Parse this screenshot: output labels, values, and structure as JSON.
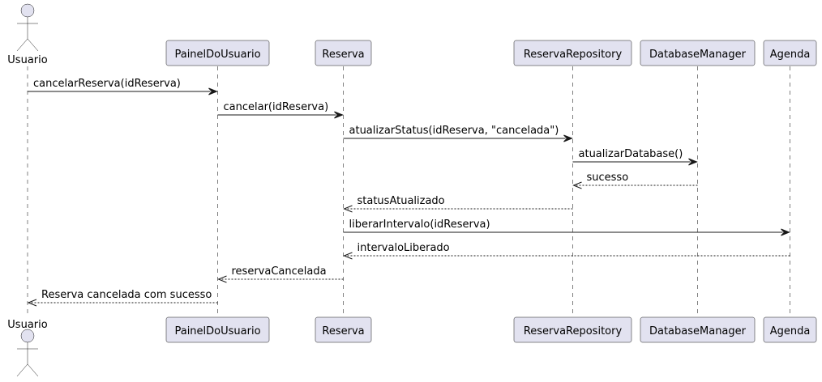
{
  "participants": [
    {
      "id": "usuario",
      "label": "Usuario",
      "kind": "actor"
    },
    {
      "id": "painel",
      "label": "PainelDoUsuario",
      "kind": "participant"
    },
    {
      "id": "reserva",
      "label": "Reserva",
      "kind": "participant"
    },
    {
      "id": "repo",
      "label": "ReservaRepository",
      "kind": "participant"
    },
    {
      "id": "db",
      "label": "DatabaseManager",
      "kind": "participant"
    },
    {
      "id": "agenda",
      "label": "Agenda",
      "kind": "participant"
    }
  ],
  "messages": [
    {
      "from": "usuario",
      "to": "painel",
      "label": "cancelarReserva(idReserva)",
      "type": "call"
    },
    {
      "from": "painel",
      "to": "reserva",
      "label": "cancelar(idReserva)",
      "type": "call"
    },
    {
      "from": "reserva",
      "to": "repo",
      "label": "atualizarStatus(idReserva, \"cancelada\")",
      "type": "call"
    },
    {
      "from": "repo",
      "to": "db",
      "label": "atualizarDatabase()",
      "type": "call"
    },
    {
      "from": "db",
      "to": "repo",
      "label": "sucesso",
      "type": "return"
    },
    {
      "from": "repo",
      "to": "reserva",
      "label": "statusAtualizado",
      "type": "return"
    },
    {
      "from": "reserva",
      "to": "agenda",
      "label": "liberarIntervalo(idReserva)",
      "type": "call"
    },
    {
      "from": "agenda",
      "to": "reserva",
      "label": "intervaloLiberado",
      "type": "return"
    },
    {
      "from": "reserva",
      "to": "painel",
      "label": "reservaCancelada",
      "type": "return"
    },
    {
      "from": "painel",
      "to": "usuario",
      "label": "Reserva cancelada com sucesso",
      "type": "return"
    }
  ]
}
